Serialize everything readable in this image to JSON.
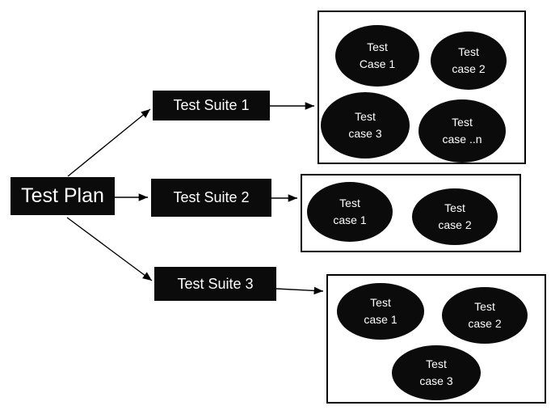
{
  "diagram": {
    "type": "flowchart",
    "colors": {
      "node_fill": "#0b0b0b",
      "node_text": "#ffffff",
      "outline": "#000000",
      "background": "#ffffff"
    },
    "plan": {
      "label": "Test Plan"
    },
    "suites": [
      {
        "label": "Test Suite 1"
      },
      {
        "label": "Test Suite 2"
      },
      {
        "label": "Test Suite 3"
      }
    ],
    "groups": [
      {
        "cases": [
          {
            "line1": "Test",
            "line2": "Case 1"
          },
          {
            "line1": "Test",
            "line2": "case 2"
          },
          {
            "line1": "Test",
            "line2": "case 3"
          },
          {
            "line1": "Test",
            "line2": "case ..n"
          }
        ]
      },
      {
        "cases": [
          {
            "line1": "Test",
            "line2": "case 1"
          },
          {
            "line1": "Test",
            "line2": "case 2"
          }
        ]
      },
      {
        "cases": [
          {
            "line1": "Test",
            "line2": "case 1"
          },
          {
            "line1": "Test",
            "line2": "case 2"
          },
          {
            "line1": "Test",
            "line2": "case 3"
          }
        ]
      }
    ],
    "edges": [
      {
        "from": "Test Plan",
        "to": "Test Suite 1"
      },
      {
        "from": "Test Plan",
        "to": "Test Suite 2"
      },
      {
        "from": "Test Plan",
        "to": "Test Suite 3"
      },
      {
        "from": "Test Suite 1",
        "to": "suite-1-case-group"
      },
      {
        "from": "Test Suite 2",
        "to": "suite-2-case-group"
      },
      {
        "from": "Test Suite 3",
        "to": "suite-3-case-group"
      }
    ]
  }
}
